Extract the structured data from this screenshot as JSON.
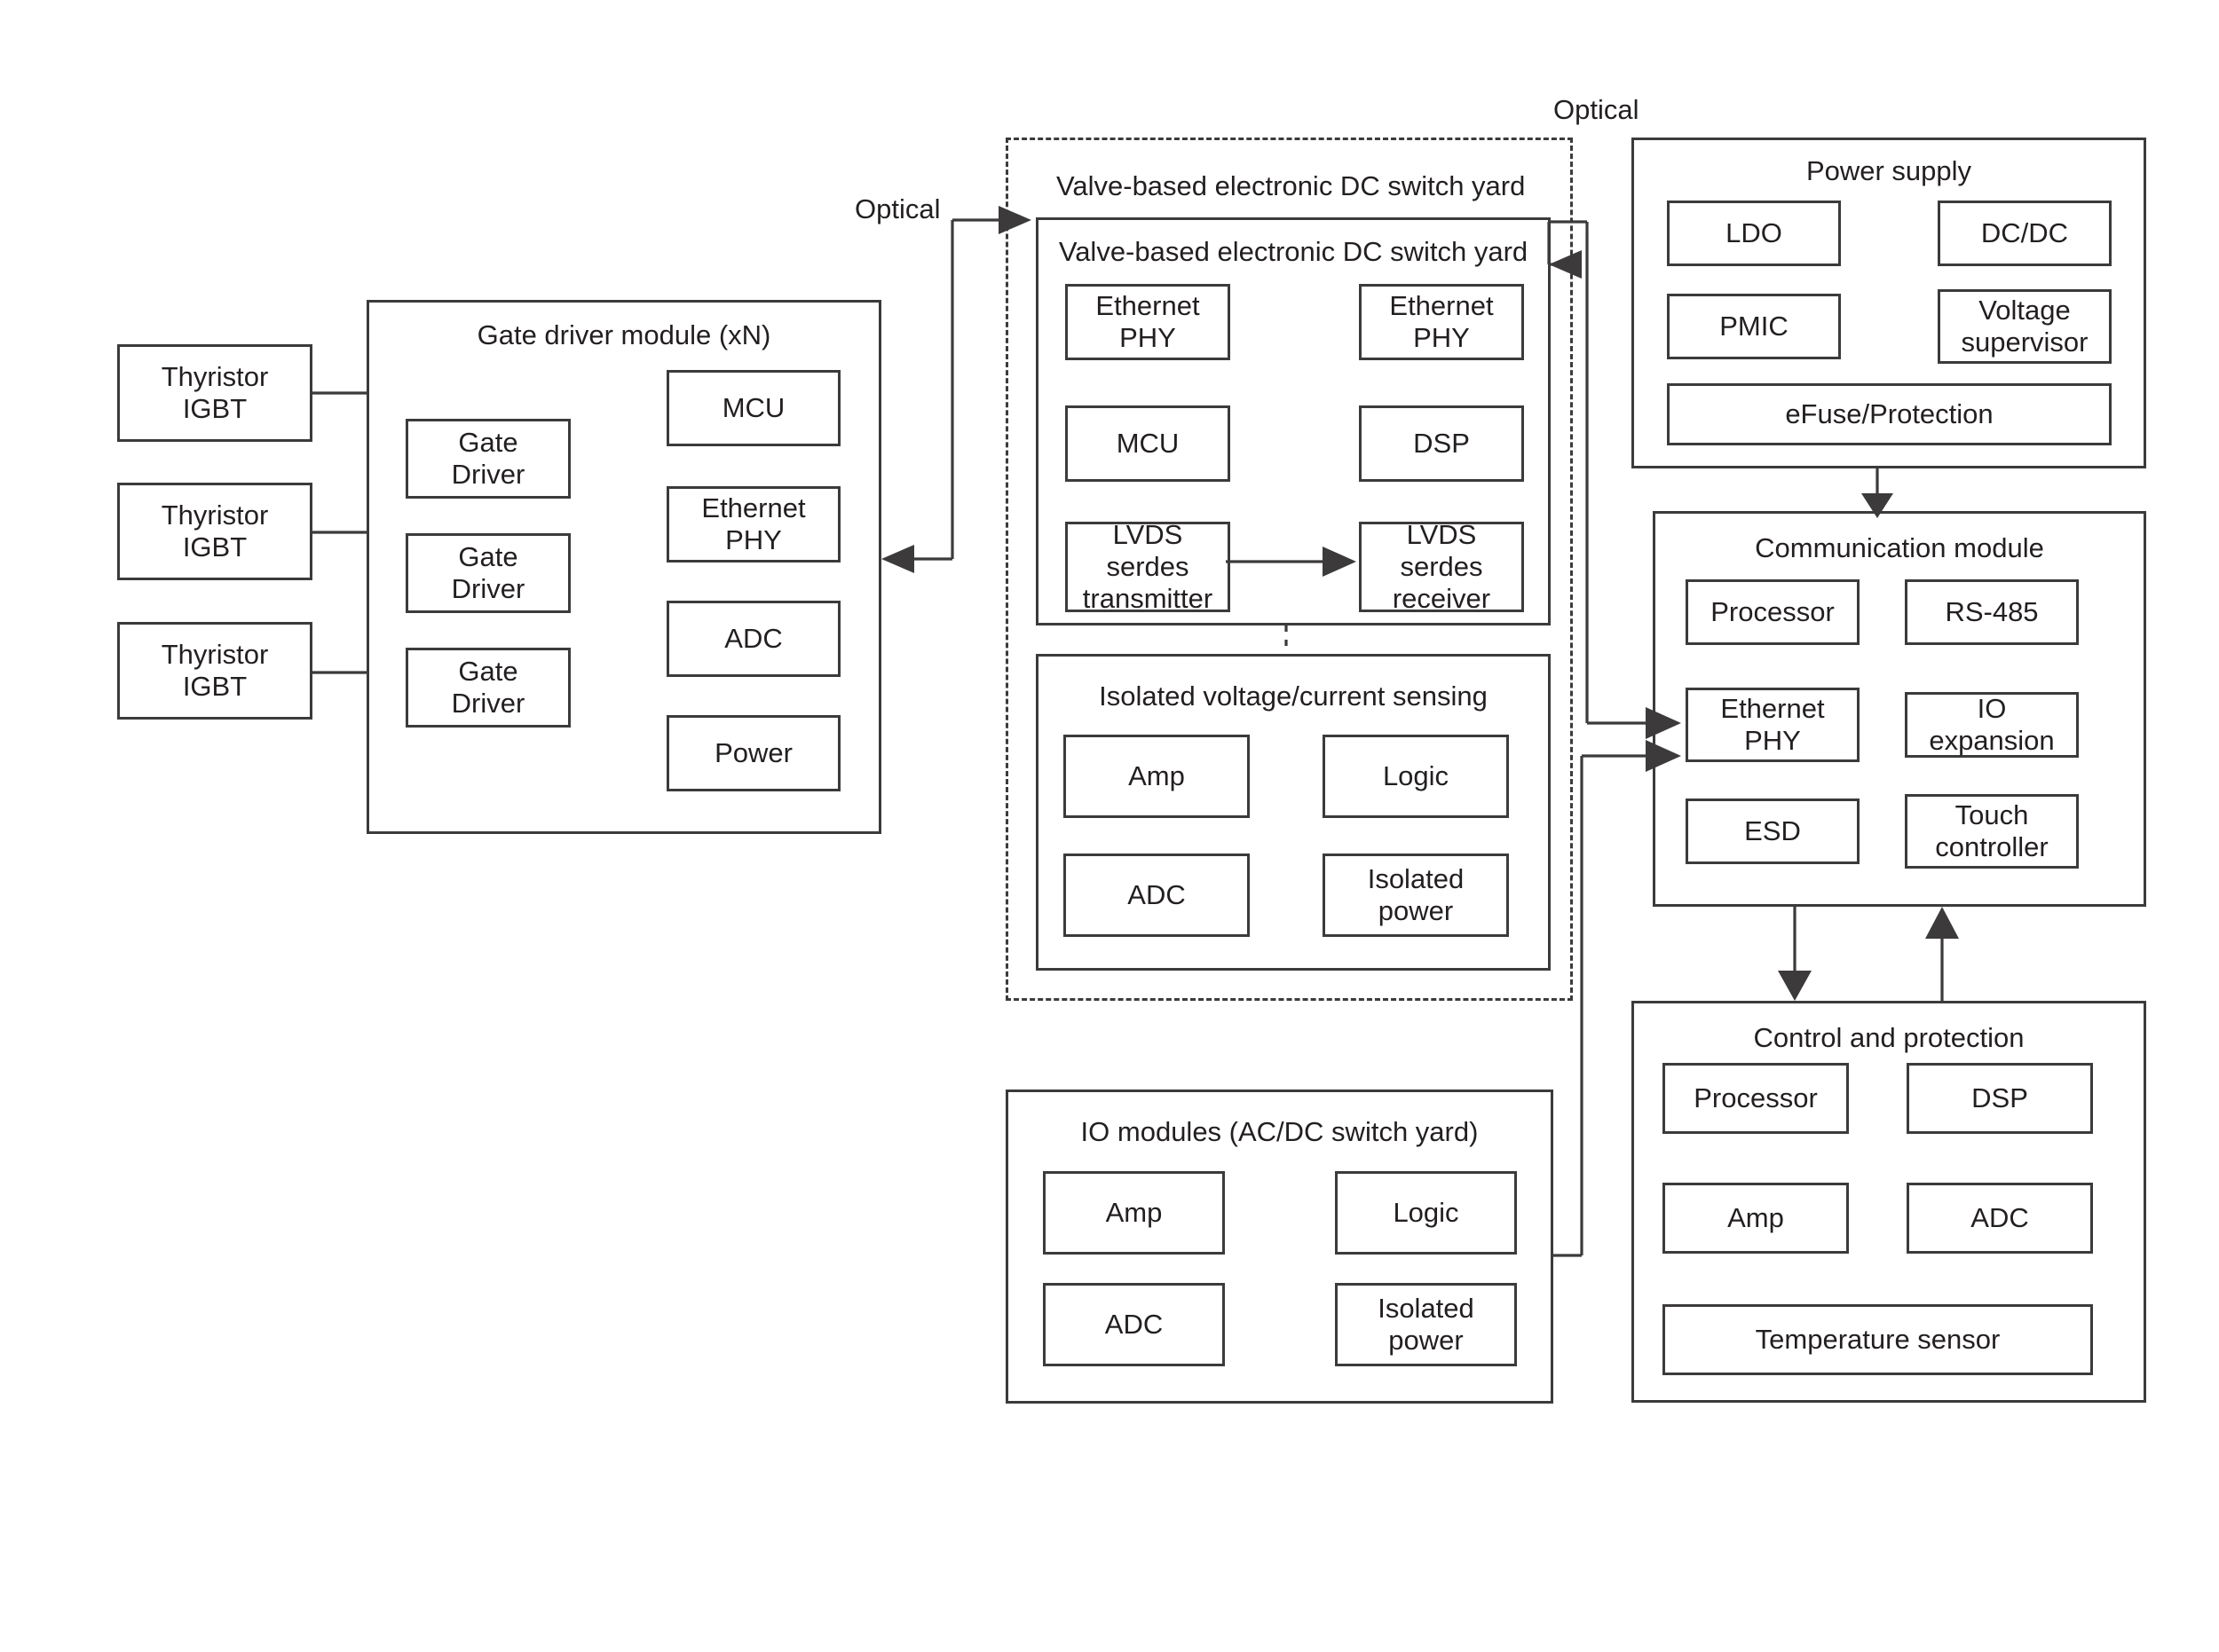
{
  "diagram": {
    "title_visible": false,
    "colors": {
      "stroke": "#3c3a3b",
      "text": "#231f20",
      "background": "#ffffff"
    },
    "edge_labels": [
      {
        "name": "optical-left",
        "text": "Optical"
      },
      {
        "name": "optical-right",
        "text": "Optical"
      }
    ],
    "groups": {
      "gate_driver_module": {
        "title": "Gate driver module (xN)",
        "column_left": [
          {
            "label": "Gate\nDriver"
          },
          {
            "label": "Gate\nDriver"
          },
          {
            "label": "Gate\nDriver"
          }
        ],
        "column_right": [
          {
            "label": "MCU"
          },
          {
            "label": "Ethernet\nPHY"
          },
          {
            "label": "ADC"
          },
          {
            "label": "Power"
          }
        ]
      },
      "switch_devices": [
        {
          "label": "Thyristor\nIGBT"
        },
        {
          "label": "Thyristor\nIGBT"
        },
        {
          "label": "Thyristor\nIGBT"
        }
      ],
      "valve_yard_outer": {
        "title": "Valve-based electronic DC switch yard",
        "dashed": true
      },
      "valve_yard_inner": {
        "title": "Valve-based electronic DC switch yard",
        "items": [
          {
            "label": "Ethernet\nPHY"
          },
          {
            "label": "Ethernet\nPHY"
          },
          {
            "label": "MCU"
          },
          {
            "label": "DSP"
          },
          {
            "label": "LVDS\nserdes\ntransmitter"
          },
          {
            "label": "LVDS\nserdes\nreceiver"
          }
        ]
      },
      "isolated_sensing": {
        "title": "Isolated voltage/current sensing",
        "items": [
          {
            "label": "Amp"
          },
          {
            "label": "Logic"
          },
          {
            "label": "ADC"
          },
          {
            "label": "Isolated\npower"
          }
        ]
      },
      "io_modules": {
        "title": "IO modules (AC/DC switch yard)",
        "items": [
          {
            "label": "Amp"
          },
          {
            "label": "Logic"
          },
          {
            "label": "ADC"
          },
          {
            "label": "Isolated\npower"
          }
        ]
      },
      "power_supply": {
        "title": "Power supply",
        "items": [
          {
            "label": "LDO"
          },
          {
            "label": "DC/DC"
          },
          {
            "label": "PMIC"
          },
          {
            "label": "Voltage\nsupervisor"
          },
          {
            "label": "eFuse/Protection"
          }
        ]
      },
      "communication_module": {
        "title": "Communication module",
        "items": [
          {
            "label": "Processor"
          },
          {
            "label": "RS-485"
          },
          {
            "label": "Ethernet\nPHY"
          },
          {
            "label": "IO expansion"
          },
          {
            "label": "ESD"
          },
          {
            "label": "Touch\ncontroller"
          }
        ]
      },
      "control_and_protection": {
        "title": "Control and protection",
        "items": [
          {
            "label": "Processor"
          },
          {
            "label": "DSP"
          },
          {
            "label": "Amp"
          },
          {
            "label": "ADC"
          },
          {
            "label": "Temperature sensor"
          }
        ]
      }
    }
  }
}
